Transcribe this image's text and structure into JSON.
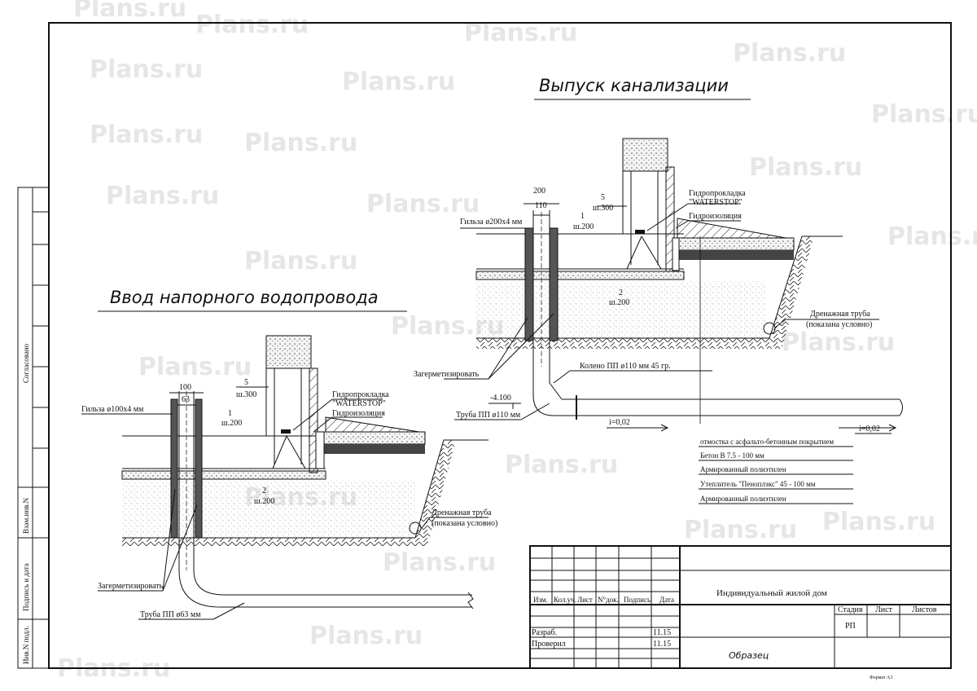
{
  "watermark": "Plans.ru",
  "titles": {
    "sewer": "Выпуск канализации",
    "water": "Ввод напорного водопровода"
  },
  "side_stamp": {
    "agreed": "Согласовано",
    "replaced_inv": "Взам.инв.N",
    "signature_date": "Подпись и дата",
    "inv_original": "Инв.N подл."
  },
  "water_detail": {
    "dim_outer": "100",
    "dim_inner": "63",
    "sleeve": "Гильза ø100х4 мм",
    "rebar5": "5",
    "rebar5_step": "ш.300",
    "rebar1": "1",
    "rebar1_step": "ш.200",
    "rebar2": "2",
    "rebar2_step": "ш.200",
    "waterstop_1": "Гидропрокладка",
    "waterstop_2": "\"WATERSTOP\"",
    "waterproofing": "Гидроизоляция",
    "drain_1": "Дренажная труба",
    "drain_2": "(показана условно)",
    "seal": "Загерметизировать",
    "pipe": "Труба ПП ø63 мм"
  },
  "sewer_detail": {
    "dim_outer": "200",
    "dim_inner": "110",
    "sleeve": "Гильза ø200х4 мм",
    "rebar5": "5",
    "rebar5_step": "ш.300",
    "rebar1": "1",
    "rebar1_step": "ш.200",
    "rebar2": "2",
    "rebar2_step": "ш.200",
    "waterstop_1": "Гидропрокладка",
    "waterstop_2": "\"WATERSTOP\"",
    "waterproofing": "Гидроизоляция",
    "drain_1": "Дренажная труба",
    "drain_2": "(показана условно)",
    "seal": "Загерметизировать",
    "elbow": "Колено ПП ø110 мм 45 гр.",
    "level": "-4.100",
    "pipe": "Труба ПП ø110 мм",
    "slope_1": "i=0,02",
    "slope_2": "i=0,02"
  },
  "layers": [
    "отмостка с асфальто-бетонным покрытием",
    "Бетон В 7.5 - 100 мм",
    "Армированный полиэтилен",
    "Утеплитель \"Пеноплэкс\" 45 - 100 мм",
    "Армированный полиэтилен"
  ],
  "title_block": {
    "headers": [
      "Изм.",
      "Кол.уч.",
      "Лист",
      "N°док.",
      "Подпись",
      "Дата"
    ],
    "developed": "Разраб.",
    "developed_date": "11.15",
    "checked": "Проверил",
    "checked_date": "11.15",
    "project": "Индивидуальный жилой дом",
    "stage_header": "Стадия",
    "sheet_header": "Лист",
    "sheets_header": "Листов",
    "stage": "РП",
    "sheet_name": "Образец",
    "format": "Формат А3"
  }
}
